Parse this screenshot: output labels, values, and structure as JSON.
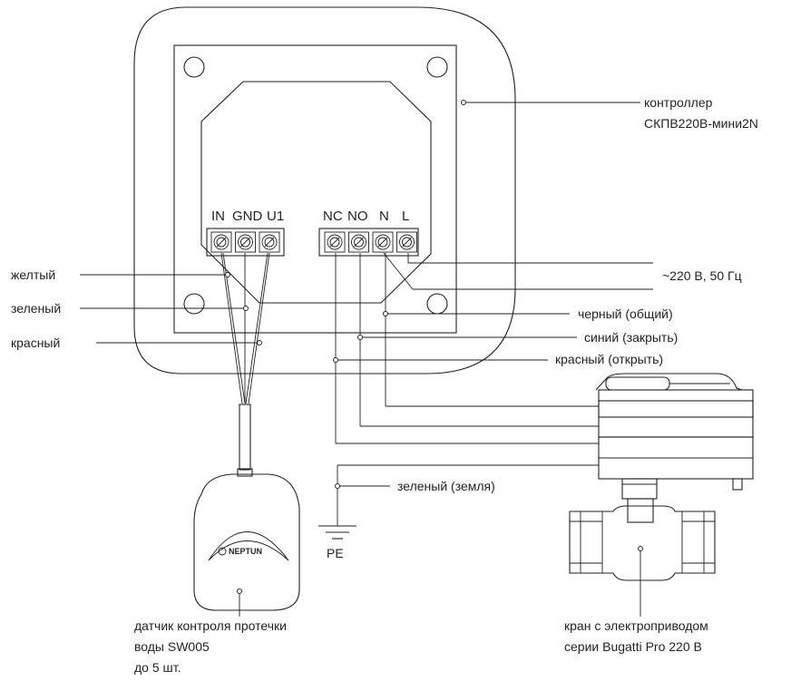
{
  "controller": {
    "label_line1": "контроллер",
    "label_line2": "СКПВ220В-мини2N",
    "terminals_left": [
      "IN",
      "GND",
      "U1"
    ],
    "terminals_right": [
      "NC",
      "NO",
      "N",
      "L"
    ]
  },
  "wires": {
    "yellow": "желтый",
    "green": "зеленый",
    "red": "красный",
    "power": "~220 В, 50 Гц",
    "black_common": "черный (общий)",
    "blue_close": "синий (закрыть)",
    "red_open": "красный (открыть)",
    "green_ground": "зеленый (земля)"
  },
  "ground": {
    "label": "PE"
  },
  "sensor": {
    "brand": "NEPTUN",
    "caption_line1": "датчик контроля протечки",
    "caption_line2": "воды SW005",
    "caption_line3": "до 5 шт."
  },
  "valve": {
    "caption_line1": "кран с электроприводом",
    "caption_line2": "серии Bugatti Pro 220 В"
  }
}
